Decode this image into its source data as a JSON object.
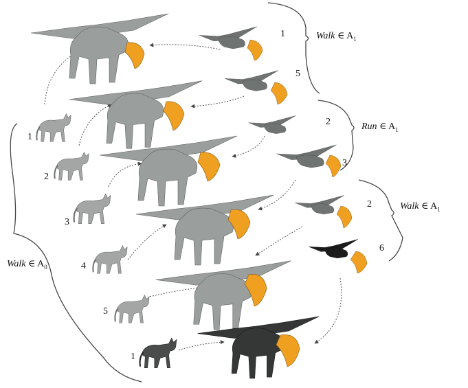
{
  "groups": {
    "a0": {
      "action": "Walk",
      "relation": "∈",
      "set": "A",
      "index": "0"
    },
    "a1_walk_top": {
      "action": "Walk",
      "relation": "∈",
      "set": "A",
      "index": "1"
    },
    "a1_run": {
      "action": "Run",
      "relation": "∈",
      "set": "A",
      "index": "1"
    },
    "a1_walk_right": {
      "action": "Walk",
      "relation": "∈",
      "set": "A",
      "index": "1"
    }
  },
  "source_frame_numbers": [
    "1",
    "2",
    "3",
    "4",
    "5",
    "1"
  ],
  "target_frame_numbers": [
    "1",
    "5",
    "2",
    "3",
    "2",
    "6"
  ],
  "colors": {
    "creature_gray": "#9a9e9c",
    "creature_dark": "#2b2b2b",
    "beak_orange": "#f0a020",
    "wing_gray": "#6f7371",
    "arrow": "#555555"
  }
}
